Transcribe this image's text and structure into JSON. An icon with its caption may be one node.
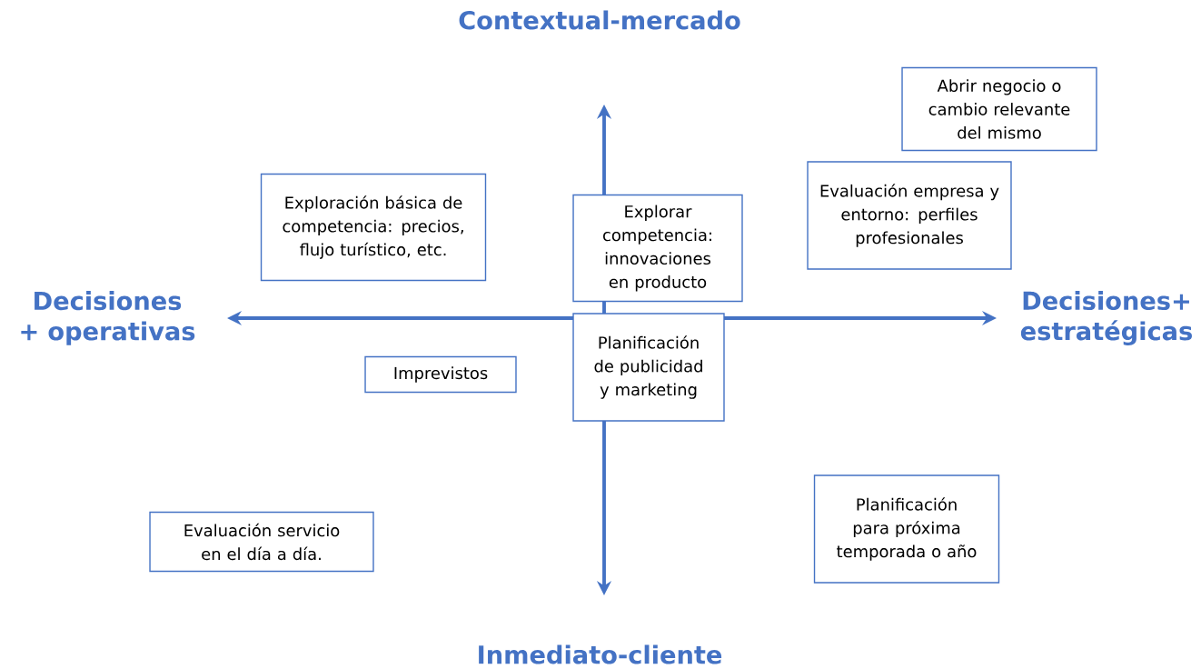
{
  "diagram": {
    "nodes": [
      {
        "text": [
          "Abrir negocio o cambio relevante del mismo"
        ]
      },
      {
        "text": [
          "Evaluación empresa y entorno: perfiles profesionales"
        ]
      },
      {
        "text": [
          "Exploración básica de competencia: precios, flujo turístico, etc."
        ]
      },
      {
        "text": [
          "Explorar competencia: innovaciones en producto"
        ]
      },
      {
        "text": [
          "Planificación de publicidad y marketing"
        ]
      },
      {
        "text": [
          "Imprevistos"
        ]
      },
      {
        "text": [
          "Evaluación servicio en el día a día."
        ]
      },
      {
        "text": [
          "Planificación para próxima temporada o año"
        ]
      }
    ],
    "labels": [
      "Contextual-mercado",
      "Decisiones + operativas",
      "Decisiones+ estratégicas",
      "Inmediato-cliente"
    ]
  }
}
